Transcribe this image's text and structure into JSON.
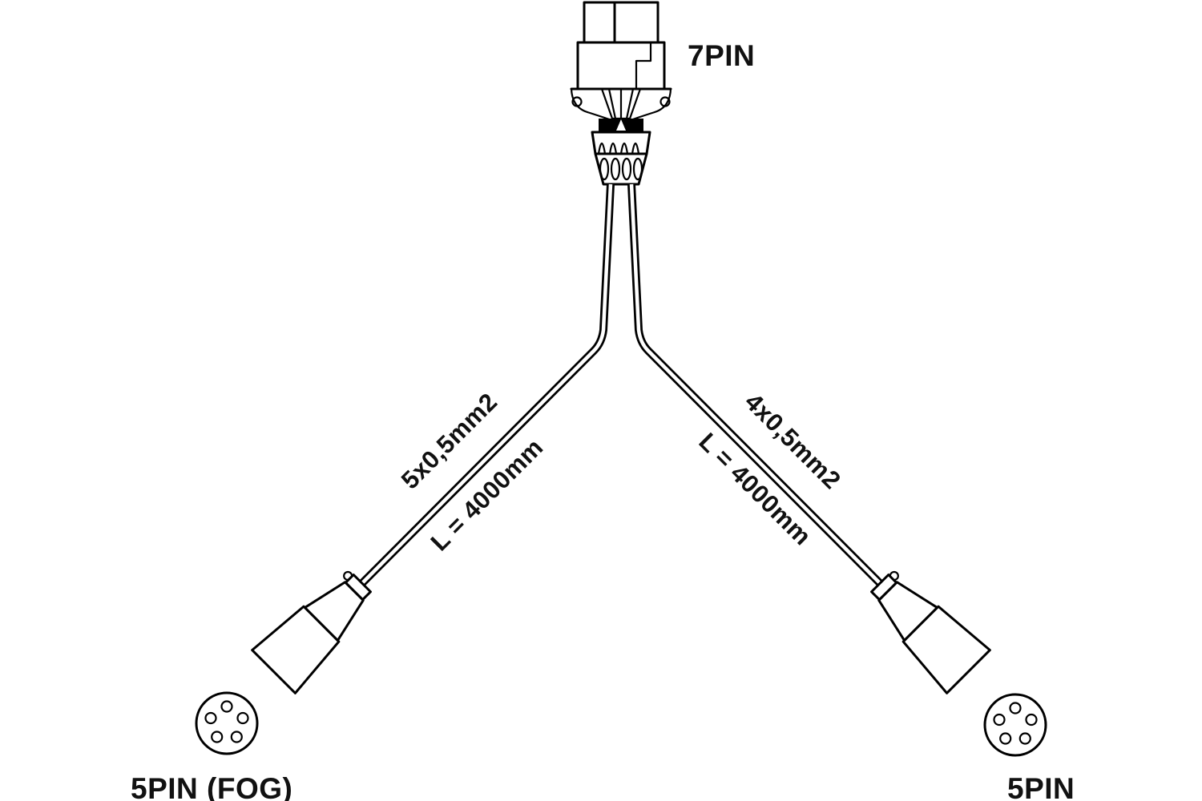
{
  "diagram": {
    "background_color": "#ffffff",
    "line_color": "#000000",
    "top_connector": {
      "label": "7PIN",
      "pin_count": "7"
    },
    "branches": {
      "left": {
        "spec": "5x0,5mm2",
        "length": "L = 4000mm",
        "connector_label": "5PIN (FOG)"
      },
      "right": {
        "spec": "4x0,5mm2",
        "length": "L = 4000mm",
        "connector_label": "5PIN"
      }
    }
  }
}
